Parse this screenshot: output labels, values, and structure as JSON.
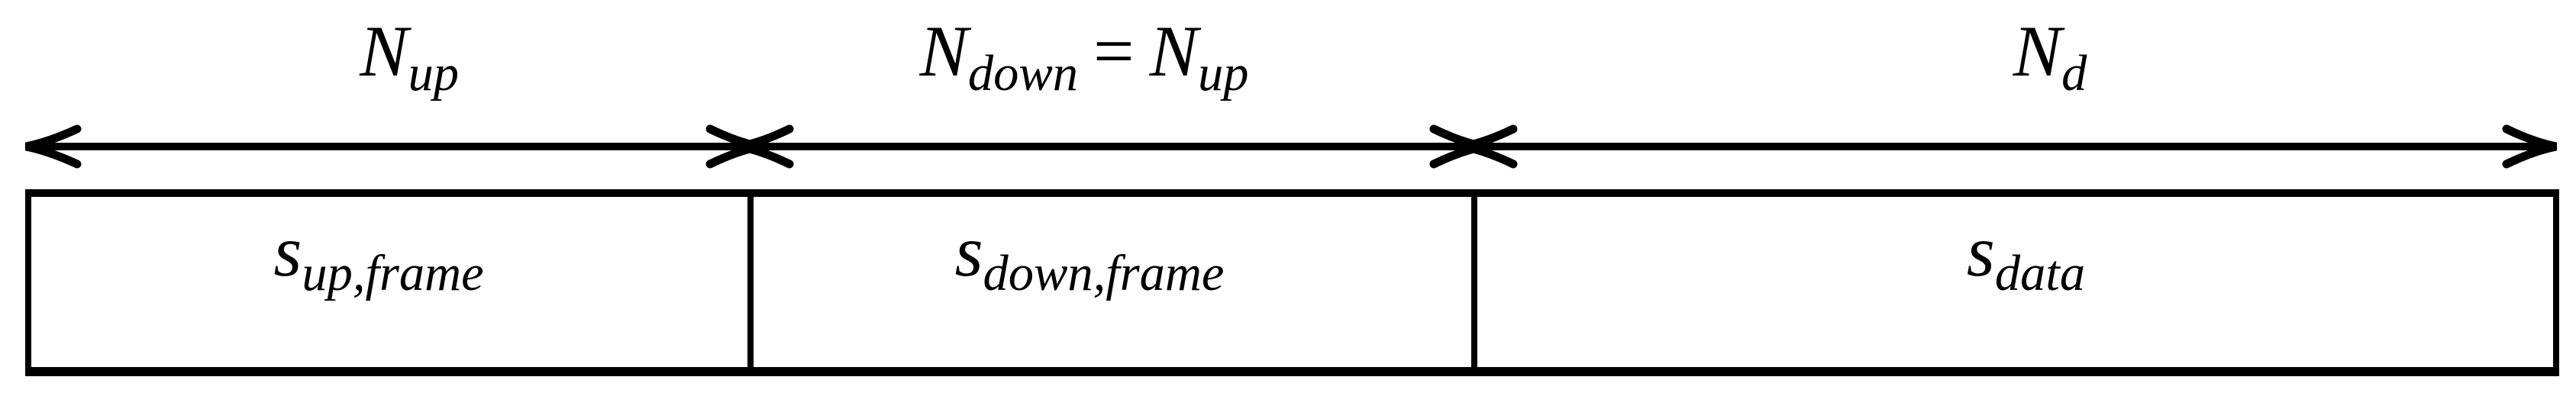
{
  "figure": {
    "ink_color": "#000000",
    "background_color": "#ffffff"
  },
  "dimension_labels": [
    {
      "base": "N",
      "sub": "up"
    },
    {
      "base": "N",
      "sub": "down",
      "equals": "=",
      "base2": "N",
      "sub2": "up"
    },
    {
      "base": "N",
      "sub": "d"
    }
  ],
  "frame_cells": [
    {
      "base": "s",
      "sub": "up,frame"
    },
    {
      "base": "s",
      "sub": "down,frame"
    },
    {
      "base": "s",
      "sub": "data"
    }
  ]
}
